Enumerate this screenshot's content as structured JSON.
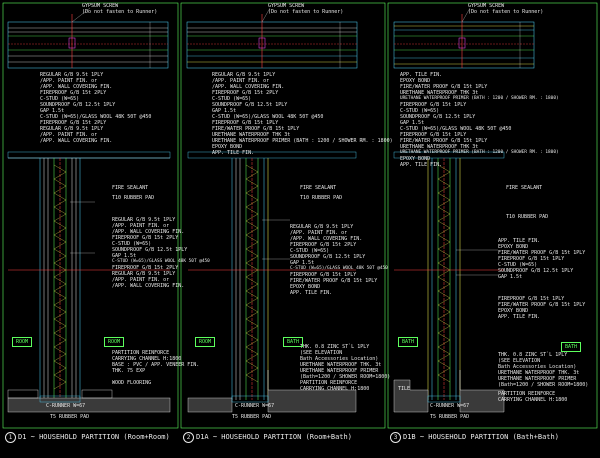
{
  "colors": {
    "background": "#000000",
    "line": "#e8e8e8",
    "green": "#5dff5d",
    "cyan": "#4fd8ff",
    "red": "#ff4040",
    "magenta": "#ff4dff",
    "yellow": "#ffff55"
  },
  "top_notes": {
    "screw": "GYPSUM SCREW",
    "screw_note": "(Do not fasten to Runner)"
  },
  "panel1": {
    "number": "1",
    "title": "D1 ~ HOUSEHOLD PARTITION (Room+Room)",
    "plan_labels": [
      "REGULAR G/B 9.5t 1PLY",
      "/APP. PAINT FIN. or",
      "/APP. WALL COVERING FIN.",
      "FIREPROOF G/B 15t 2PLY",
      "C-STUD (W=65)",
      "SOUNDPROOF G/B 12.5t 1PLY",
      "GAP 1.5t",
      "C-STUD (W=65)/GLASS WOOL 48K 50T @450",
      "FIREPROOF G/B 15t 2PLY",
      "REGULAR G/B 9.5t 1PLY",
      "/APP. PAINT FIN. or",
      "/APP. WALL COVERING FIN."
    ],
    "section_labels": [
      "FIRE SEALANT",
      "T10 RUBBER PAD",
      "REGULAR G/B 9.5t 1PLY",
      "/APP. PAINT FIN. or",
      "/APP. WALL COVERING FIN.",
      "FIREPROOF G/B 15t 2PLY",
      "C-STUD (W=65)",
      "SOUNDPROOF G/B 12.5t 1PLY",
      "GAP 1.5t",
      "C-STUD (W=65)/GLASS WOOL 48K 50T @450",
      "FIREPROOF G/B 15t 2PLY",
      "REGULAR G/B 9.5t 1PLY",
      "/APP. PAINT FIN. or",
      "/APP. WALL COVERING FIN.",
      "PARTITION REINFORCE",
      "CARRYING CHANNEL H:1800",
      "BASE : PVC / APP. VENEER FIN.",
      "THK. 75 EXP",
      "WOOD FLOORING",
      "C-RUNNER W=67",
      "T5 RUBBER PAD"
    ],
    "room_left": "ROOM",
    "room_right": "ROOM"
  },
  "panel2": {
    "number": "2",
    "title": "D1A ~ HOUSEHOLD PARTITION (Room+Bath)",
    "plan_labels": [
      "REGULAR G/B 9.5t 1PLY",
      "/APP. PAINT FIN. or",
      "/APP. WALL COVERING FIN.",
      "FIREPROOF G/B 15t 2PLY",
      "C-STUD (W=65)",
      "SOUNDPROOF G/B 12.5t 1PLY",
      "GAP 1.5t",
      "C-STUD (W=65)/GLASS WOOL 48K 50T @450",
      "FIREPROOF G/B 15t 1PLY",
      "FIRE/WATER PROOF G/B 15t 1PLY",
      "URETHANE WATERPROOF THK 3t",
      "URETHANE WATERPROOF PRIMER (BATH : 1200 / SHOWER RM. : 1800)",
      "EPOXY BOND",
      "APP. TILE FIN."
    ],
    "section_labels": [
      "FIRE SEALANT",
      "T10 RUBBER PAD",
      "REGULAR G/B 9.5t 1PLY",
      "/APP. PAINT FIN. or",
      "/APP. WALL COVERING FIN.",
      "FIREPROOF G/B 15t 2PLY",
      "C-STUD (W=65)",
      "SOUNDPROOF G/B 12.5t 1PLY",
      "GAP 1.5t",
      "C-STUD (W=65)/GLASS WOOL 48K 50T @450",
      "FIREPROOF G/B 15t 1PLY",
      "FIRE/WATER PROOF G/B 15t 1PLY",
      "EPOXY BOND",
      "APP. TILE FIN.",
      "THK. 0.8 ZINC ST`L 1PLY",
      "(SEE ELEVATION",
      "Bath Accessories Location)",
      "URETHANE WATERPROOF THK. 3t",
      "URETHANE WATERPROOF PRIMER",
      "(Bath=1200 / SHOWER ROOM=1800)",
      "PARTITION REINFORCE",
      "CARRYING CHANNEL H:1800",
      "C-RUNNER W=67",
      "T5 RUBBER PAD"
    ],
    "room_left": "ROOM",
    "room_right": "BATH"
  },
  "panel3": {
    "number": "3",
    "title": "D1B ~ HOUSEHOLD PARTITION (Bath+Bath)",
    "plan_labels": [
      "APP. TILE FIN.",
      "EPOXY BOND",
      "FIRE/WATER PROOF G/B 15t 1PLY",
      "URETHANE WATERPROOF THK 3t",
      "URETHANE WATERPROOF PRIMER (BATH : 1200 / SHOWER RM. : 1800)",
      "FIREPROOF G/B 15t 1PLY",
      "C-STUD (W=65)",
      "SOUNDPROOF G/B 12.5t 1PLY",
      "GAP 1.5t",
      "C-STUD (W=65)/GLASS WOOL 48K 50T @450",
      "FIREPROOF G/B 15t 1PLY",
      "FIRE/WATER PROOF G/B 15t 1PLY",
      "URETHANE WATERPROOF THK 3t",
      "URETHANE WATERPROOF PRIMER (BATH : 1200 / SHOWER RM. : 1800)",
      "EPOXY BOND",
      "APP. TILE FIN."
    ],
    "section_labels": [
      "FIRE SEALANT",
      "T10 RUBBER PAD",
      "APP. TILE FIN.",
      "EPOXY BOND",
      "FIRE/WATER PROOF G/B 15t 1PLY",
      "FIREPROOF G/B 15t 1PLY",
      "C-STUD (W=65)",
      "SOUNDPROOF G/B 12.5t 1PLY",
      "GAP 1.5t",
      "FIREPROOF G/B 15t 1PLY",
      "FIRE/WATER PROOF G/B 15t 1PLY",
      "EPOXY BOND",
      "APP. TILE FIN.",
      "THK. 0.8 ZINC ST`L 1PLY",
      "(SEE ELEVATION",
      "Bath Accessories Location)",
      "URETHANE WATERPROOF THK. 3t",
      "URETHANE WATERPROOF PRIMER",
      "(Bath=1200 / SHOWER ROOM=1800)",
      "PARTITION REINFORCE",
      "CARRYING CHANNEL H:1800",
      "TILE",
      "C-RUNNER W=67",
      "T5 RUBBER PAD"
    ],
    "room_left": "BATH",
    "room_right": "BATH"
  }
}
